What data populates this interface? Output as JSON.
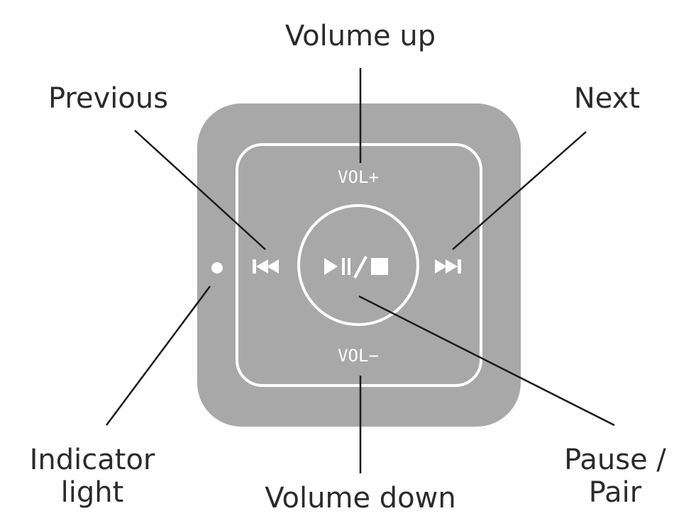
{
  "callouts": {
    "volume_up": "Volume up",
    "previous": "Previous",
    "next": "Next",
    "indicator_light": [
      "Indicator",
      "light"
    ],
    "volume_down": "Volume down",
    "pause_pair": [
      "Pause /",
      "Pair"
    ]
  },
  "device": {
    "vol_plus": "VOL+",
    "vol_minus": "VOL−",
    "prev_icon": "previous-track-icon",
    "next_icon": "next-track-icon",
    "play_icon": "play-pause-stop-icon",
    "led_icon": "indicator-led-icon"
  },
  "colors": {
    "device_body": "#a8a8a8",
    "device_lines": "#ffffff",
    "leader_lines": "#1a1a1a",
    "text": "#2b2b2b"
  }
}
